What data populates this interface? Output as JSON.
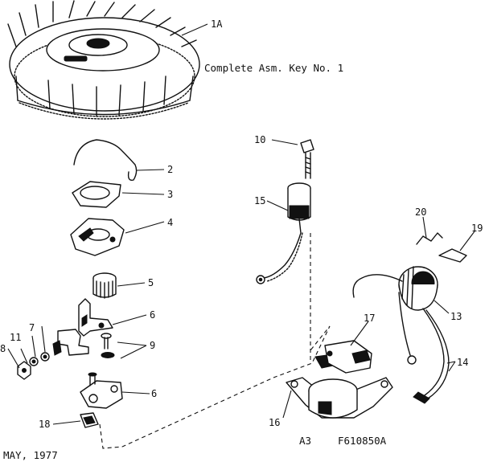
{
  "caption": "Complete Asm. Key No. 1",
  "footer_date": "MAY, 1977",
  "footer_code_left": "A3",
  "footer_code_right": "F610850A",
  "labels": {
    "flywheel": "1A",
    "spring_clip": "2",
    "gasket": "3",
    "plate": "4",
    "sleeve": "5",
    "breaker_arm": "6",
    "breaker_point_bracket": "6",
    "pivot_pin": "7",
    "nut": "8",
    "screw": "9",
    "bolt": "10",
    "washer": "11",
    "coil": "13",
    "lead_wires": "14",
    "condenser": "15",
    "stator_bracket": "16",
    "insulator": "17",
    "cap": "18",
    "clip": "19",
    "spring": "20"
  }
}
